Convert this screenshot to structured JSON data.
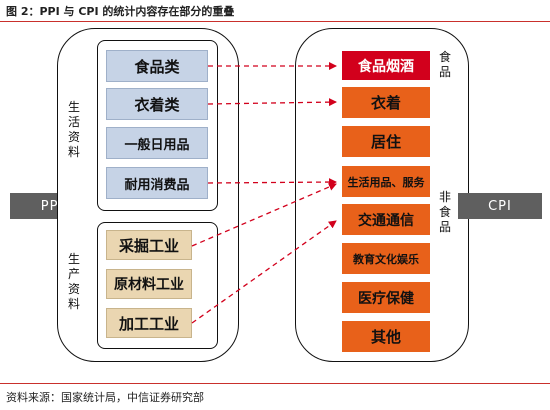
{
  "figure_title": "图 2：PPI 与 CPI 的统计内容存在部分的重叠",
  "source_note": "资料来源：国家统计局，中信证券研究部",
  "ppi": {
    "label": "PPI",
    "groups": [
      {
        "label": "生活资料",
        "items": [
          "食品类",
          "衣着类",
          "一般日用品",
          "耐用消费品"
        ]
      },
      {
        "label": "生产资料",
        "items": [
          "采掘工业",
          "原材料工业",
          "加工工业"
        ]
      }
    ]
  },
  "cpi": {
    "label": "CPI",
    "side_labels": {
      "food": "食品",
      "nonfood": "非食品"
    },
    "items": [
      "食品烟酒",
      "衣着",
      "居住",
      "生活用品、服务",
      "交通通信",
      "教育文化娱乐",
      "医疗保健",
      "其他"
    ]
  },
  "colors": {
    "accent_red": "#d2001c",
    "cpi_orange": "#e8611a",
    "ppi_blue": "#c6d3e6",
    "ppi_tan": "#ead6b1",
    "gray_box": "#5f5f5f",
    "arrow": "#d2001c"
  },
  "connections": [
    {
      "from": "食品类",
      "to": "食品烟酒"
    },
    {
      "from": "衣着类",
      "to": "衣着"
    },
    {
      "from": "耐用消费品",
      "to": "生活用品、服务"
    },
    {
      "from": "采掘工业",
      "to": "生活用品、服务"
    },
    {
      "from": "加工工业",
      "to": "交通通信"
    }
  ]
}
